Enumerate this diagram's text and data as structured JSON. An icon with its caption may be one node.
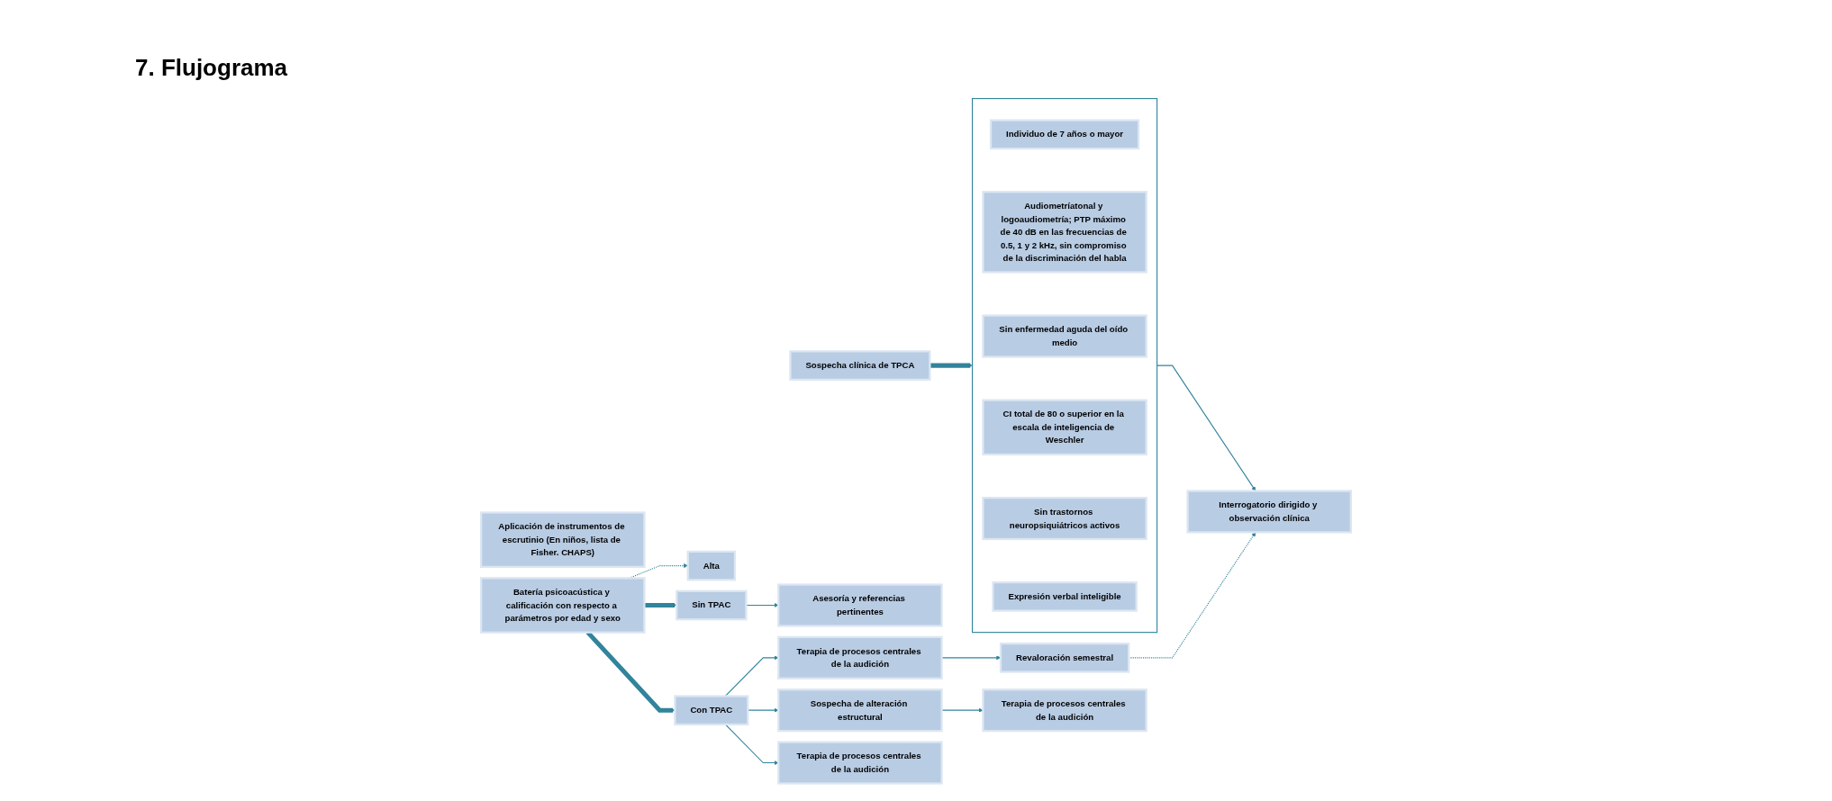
{
  "diagram": {
    "title": "7. Flujograma",
    "nodes": [
      {
        "text": [
          "Sospecha clínica de TPCA"
        ]
      },
      {
        "text": [],
        "shape": "box"
      },
      {
        "text": [
          "Individuo de 7 años o mayor"
        ],
        "in": 1
      },
      {
        "text": [
          "Audiometríatonal y logoaudiometría; PTP máximo de 40 dB en las frecuencias de 0.5, 1 y 2 kHz, sin compromiso de la discriminación del habla"
        ],
        "in": 1
      },
      {
        "text": [
          "Sin enfermedad aguda del oído medio"
        ],
        "in": 1
      },
      {
        "text": [
          "CI total de 80 o superior en la escala de inteligencia de Weschler"
        ],
        "in": 1
      },
      {
        "text": [
          "Sin trastornos neuropsiquiátricos activos"
        ],
        "in": 1
      },
      {
        "text": [
          "Expresión verbal inteligible"
        ],
        "in": 1
      },
      {
        "text": [
          "Interrogatorio dirigido y observación clínica"
        ]
      },
      {
        "text": [
          "Aplicación de instrumentos de escrutinio (En niños, lista de Fisher. CHAPS)"
        ]
      },
      {
        "text": [
          "Batería psicoacústica y calificación con respecto a parámetros por edad y sexo"
        ]
      },
      {
        "text": [
          "Alta"
        ]
      },
      {
        "text": [
          "Asesoría y referencias pertinentes"
        ]
      },
      {
        "text": [
          "Sin TPAC"
        ]
      },
      {
        "text": [
          "Con TPAC"
        ]
      },
      {
        "text": [
          "Terapia de procesos centrales de la audición"
        ]
      },
      {
        "text": [
          "Revaloración semestral"
        ]
      },
      {
        "text": [
          "Sospecha de alteración estructural"
        ]
      },
      {
        "text": [
          "Terapia de procesos centrales de la audición"
        ]
      },
      {
        "text": [
          "Terapia de procesos centrales de la audición"
        ]
      }
    ],
    "edges": [
      {
        "from": 0,
        "to": 1,
        "arrow": "to",
        "style": "thick"
      },
      {
        "from": 1,
        "to": 8,
        "arrow": "to"
      },
      {
        "from": 10,
        "to": 11,
        "arrow": "to",
        "style": "dashed"
      },
      {
        "from": 10,
        "to": 13,
        "arrow": "to",
        "style": "thick"
      },
      {
        "from": 10,
        "to": 14,
        "arrow": "to",
        "style": "thick"
      },
      {
        "from": 13,
        "to": 12,
        "arrow": "to"
      },
      {
        "from": 14,
        "to": 15,
        "arrow": "to"
      },
      {
        "from": 15,
        "to": 16,
        "arrow": "to"
      },
      {
        "from": 16,
        "to": 8,
        "arrow": "to",
        "style": "dashed"
      },
      {
        "from": 14,
        "to": 17,
        "arrow": "to"
      },
      {
        "from": 17,
        "to": 18,
        "arrow": "to"
      },
      {
        "from": 14,
        "to": 19,
        "arrow": "to"
      }
    ]
  }
}
